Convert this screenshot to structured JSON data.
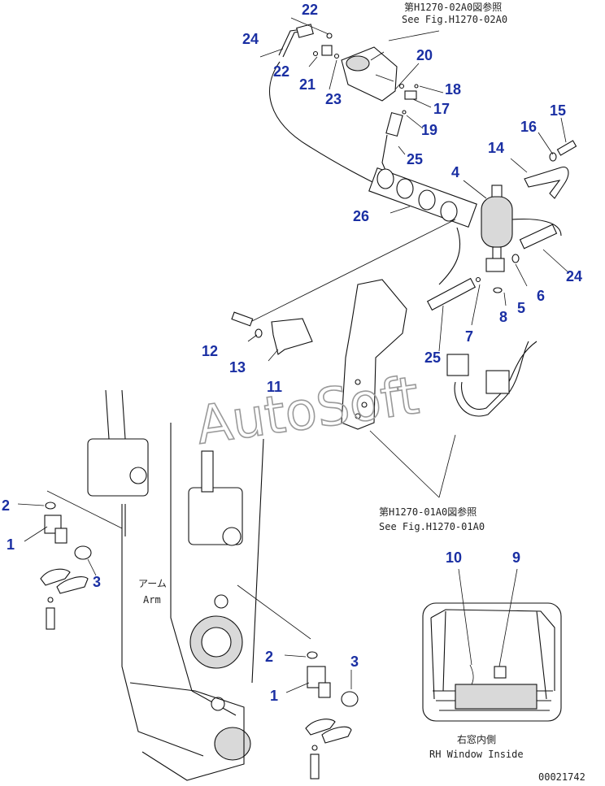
{
  "references": {
    "top_jp": "第H1270-02A0図参照",
    "top_en": "See Fig.H1270-02A0",
    "bottom_jp": "第H1270-01A0図参照",
    "bottom_en": "See Fig.H1270-01A0"
  },
  "labels": {
    "arm_jp": "アーム",
    "arm_en": "Arm",
    "window_jp": "右窓内側",
    "window_en": "RH Window Inside"
  },
  "watermark": "AutoSoft",
  "drawing_number": "00021742",
  "callouts": {
    "c22a": "22",
    "c24a": "24",
    "c22b": "22",
    "c21": "21",
    "c23": "23",
    "c20": "20",
    "c18": "18",
    "c17": "17",
    "c19": "19",
    "c25a": "25",
    "c26": "26",
    "c4": "4",
    "c14": "14",
    "c16": "16",
    "c15": "15",
    "c24b": "24",
    "c6": "6",
    "c5": "5",
    "c8": "8",
    "c7": "7",
    "c25b": "25",
    "c12": "12",
    "c13": "13",
    "c11": "11",
    "c2a": "2",
    "c1a": "1",
    "c3a": "3",
    "c10": "10",
    "c9": "9",
    "c2b": "2",
    "c3b": "3",
    "c1b": "1"
  },
  "colors": {
    "callout": "#1a2fa3",
    "line": "#111111",
    "watermark": "#9a9a9a"
  }
}
